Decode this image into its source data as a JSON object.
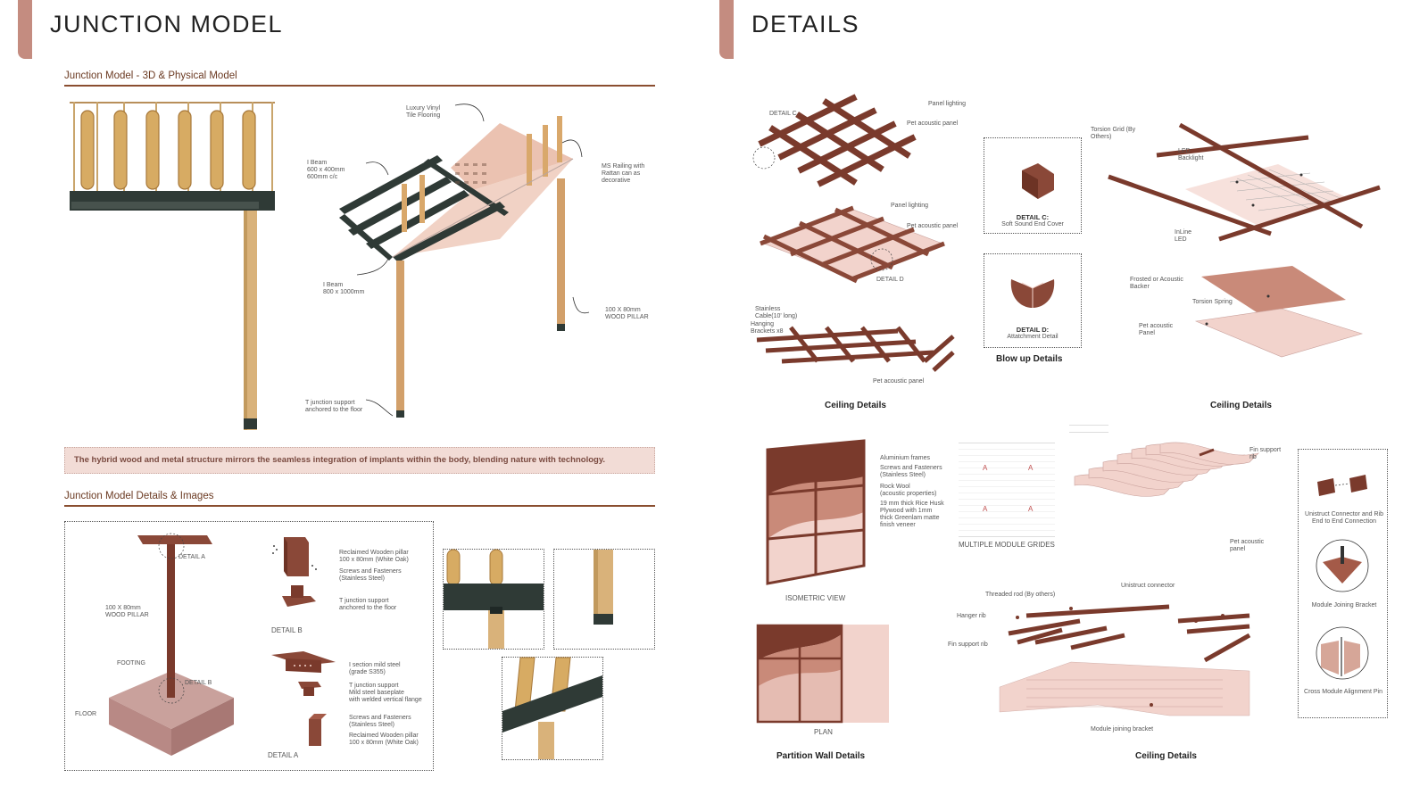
{
  "left": {
    "title": "JUNCTION MODEL",
    "section1": "Junction Model - 3D & Physical Model",
    "labels": {
      "vinyl": "Luxury Vinyl\nTile Flooring",
      "ibeam1": "I Beam\n600 x 400mm\n600mm c/c",
      "railing": "MS Railing with\nRattan can as\ndecorative",
      "ibeam2": "I Beam\n800 x 1000mm",
      "pillar": "100 X 80mm\nWOOD PILLAR",
      "tjunction": "T junction support\nanchored to the floor"
    },
    "quote": "The hybrid wood and metal structure mirrors the seamless integration of implants within the body, blending nature with technology.",
    "section2": "Junction Model Details & Images",
    "details": {
      "detail_a_tag": "DETAIL A",
      "detail_b_tag": "DETAIL B",
      "wood_pillar": "100 X 80mm\nWOOD PILLAR",
      "footing": "FOOTING",
      "floor": "FLOOR",
      "b_reclaimed": "Reclaimed Wooden pillar\n100 x 80mm (White Oak)",
      "b_screws": "Screws and Fasteners\n(Stainless Steel)",
      "b_tjunction": "T junction support\nanchored to the floor",
      "b_caption": "DETAIL B",
      "a_isection": "I section mild steel\n(grade S355)",
      "a_tjunction": "T junction support\nMild steel baseplate\nwith welded vertical flange",
      "a_screws": "Screws and Fasteners\n(Stainless Steel)",
      "a_reclaimed": "Reclaimed Wooden pillar\n100 x 80mm (White Oak)",
      "a_caption": "DETAIL A"
    }
  },
  "right": {
    "title": "DETAILS",
    "ceiling1": {
      "detail_c": "DETAIL C",
      "panel_lighting_1": "Panel lighting",
      "pet_panel_1": "Pet acoustic panel",
      "panel_lighting_2": "Panel lighting",
      "pet_panel_2": "Pet acoustic panel",
      "detail_d": "DETAIL D",
      "cable": "Stainless\nCable(10' long)",
      "brackets": "Hanging\nBrackets x8",
      "pet_panel_3": "Pet acoustic panel",
      "caption": "Ceiling Details"
    },
    "blowup": {
      "c_title": "DETAIL C:",
      "c_sub": "Soft Sound End Cover",
      "d_title": "DETAIL D:",
      "d_sub": "Attatchment Detail",
      "caption": "Blow up Details"
    },
    "ceiling2": {
      "torsion_grid": "Torsion Grid (By\nOthers)",
      "led_backlight": "LED\nBacklight",
      "inline_led": "InLine\nLED",
      "frosted": "Frosted or Acoustic\nBacker",
      "torsion_spring": "Torsion Spring",
      "pet_panel": "Pet acoustic\nPanel",
      "caption": "Ceiling Details"
    },
    "partition": {
      "aluminium": "Aluminium frames",
      "screws": "Screws and Fasteners\n(Stainless Steel)",
      "rockwool": "Rock Wool\n(acoustic properties)",
      "plywood": "19 mm thick Rice Husk\nPlywood with 1mm\nthick Greenlam matte\nfinish veneer",
      "iso": "ISOMETRIC VIEW",
      "plan": "PLAN",
      "caption": "Partition Wall Details"
    },
    "modules": {
      "a1": "A",
      "a2": "A",
      "a3": "A",
      "a4": "A",
      "caption": "MULTIPLE MODULE GRIDES"
    },
    "fins": {
      "fin_support": "Fin support\nrib",
      "pet_panel": "Pet acoustic\npanel"
    },
    "ceiling3": {
      "unistruct": "Unistruct connector",
      "threaded": "Threaded rod (By others)",
      "hanger": "Hanger rib",
      "fin_support": "Fin support rib",
      "module_bracket": "Module joining bracket",
      "caption": "Ceiling Details"
    },
    "connectors": {
      "unistruct": "Unistruct Connector and Rib\nEnd to End Connection",
      "module_joining": "Module Joining Bracket",
      "cross_module": "Cross Module Alignment Pin"
    }
  },
  "colors": {
    "accent": "#c48c80",
    "steel": "#2f3a36",
    "wood": "#d9b27a",
    "mahogany": "#7a3a2c",
    "pink": "#f2d3cc"
  }
}
